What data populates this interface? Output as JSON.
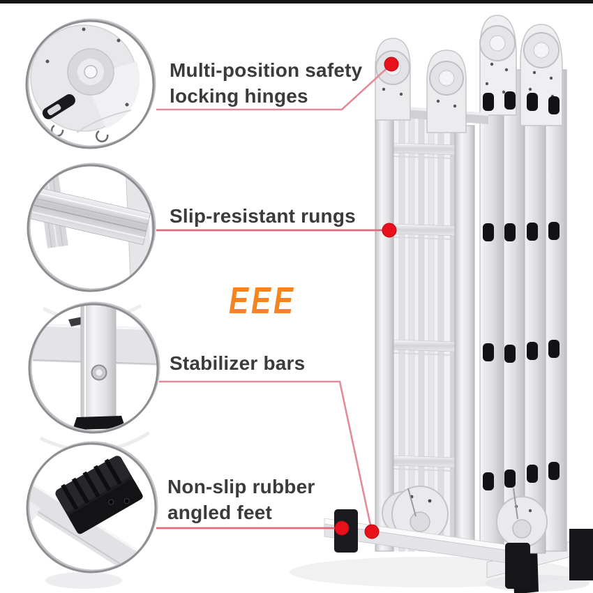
{
  "page": {
    "type": "product-feature-infographic",
    "background": "#ffffff",
    "top_bar_color": "#161616"
  },
  "brand": {
    "text": "EEE",
    "color": "#f5831f"
  },
  "product": {
    "subject": "multi-position folding aluminum ladder"
  },
  "callouts": [
    {
      "name": "locking-hinges",
      "line1": "Multi-position safety",
      "line2": "locking hinges",
      "icon": "hinge-closeup-photo"
    },
    {
      "name": "slip-resistant-rungs",
      "line1": "Slip-resistant rungs",
      "icon": "rung-closeup-photo"
    },
    {
      "name": "stabilizer-bars",
      "line1": "Stabilizer bars",
      "icon": "stabilizer-bar-closeup-photo"
    },
    {
      "name": "non-slip-feet",
      "line1": "Non-slip rubber",
      "line2": "angled feet",
      "icon": "rubber-foot-closeup-photo"
    }
  ],
  "colors": {
    "label_text": "#3b3b3d",
    "leader_line_pink": "#e28a98",
    "leader_line_red": "#dd6b7c",
    "marker_dot": "#e8101b",
    "ladder_metal_light": "#f2f2f4",
    "ladder_metal_mid": "#dddde1",
    "ladder_metal_dark": "#c3c3c7",
    "rubber_black": "#1c1c20"
  }
}
